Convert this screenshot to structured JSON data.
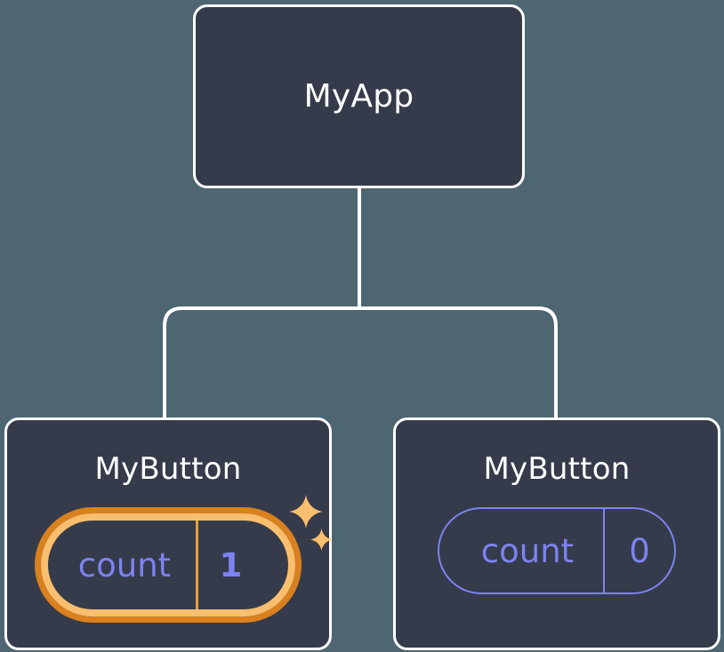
{
  "diagram": {
    "type": "component-tree",
    "background_color": "#4e6672",
    "node_fill_color": "#353b4a",
    "node_border_color": "#ffffff",
    "connector_color": "#ffffff",
    "accent_highlight_outer": "#d9801f",
    "accent_highlight_inner": "#fabf6e",
    "state_text_color": "#7c83f0",
    "sparkle_color": "#fabf6e"
  },
  "root": {
    "title": "MyApp"
  },
  "children": [
    {
      "title": "MyButton",
      "state": {
        "key": "count",
        "value": "1"
      },
      "highlighted": true,
      "sparkle_large": "sparkle-four-point-icon",
      "sparkle_small": "sparkle-four-point-icon"
    },
    {
      "title": "MyButton",
      "state": {
        "key": "count",
        "value": "0"
      },
      "highlighted": false
    }
  ]
}
